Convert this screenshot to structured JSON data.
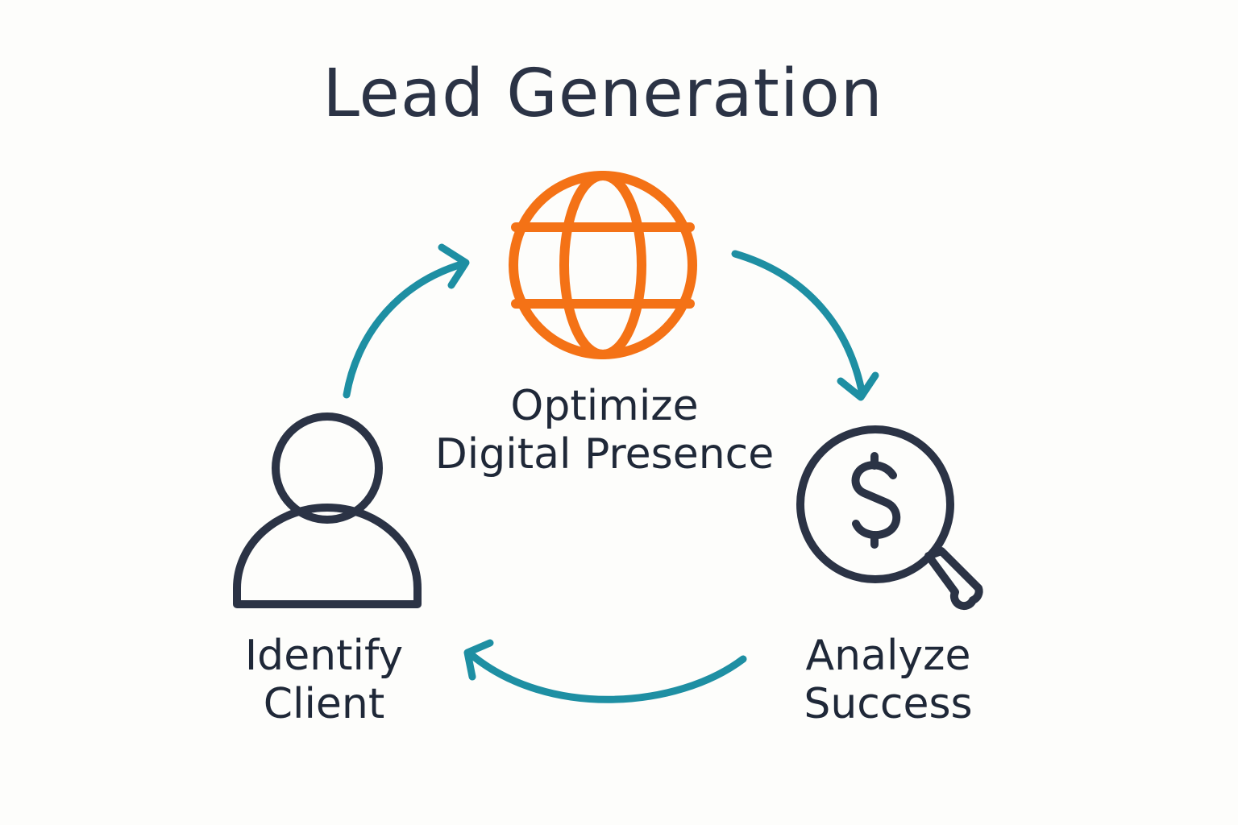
{
  "title": "Lead Generation",
  "colors": {
    "text": "#2b3345",
    "accent_orange": "#f47216",
    "arrow_teal": "#1e8fa3"
  },
  "steps": [
    {
      "id": "optimize",
      "icon": "globe-icon",
      "lines": [
        "Optimize",
        "Digital Presence"
      ]
    },
    {
      "id": "analyze",
      "icon": "dollar-magnifier-icon",
      "lines": [
        "Analyze",
        "Success"
      ]
    },
    {
      "id": "identify",
      "icon": "person-icon",
      "lines": [
        "Identify",
        "Client"
      ]
    }
  ],
  "flow": [
    {
      "from": "identify",
      "to": "optimize",
      "icon": "cycle-arrow-icon"
    },
    {
      "from": "optimize",
      "to": "analyze",
      "icon": "cycle-arrow-icon"
    },
    {
      "from": "analyze",
      "to": "identify",
      "icon": "cycle-arrow-icon"
    }
  ]
}
